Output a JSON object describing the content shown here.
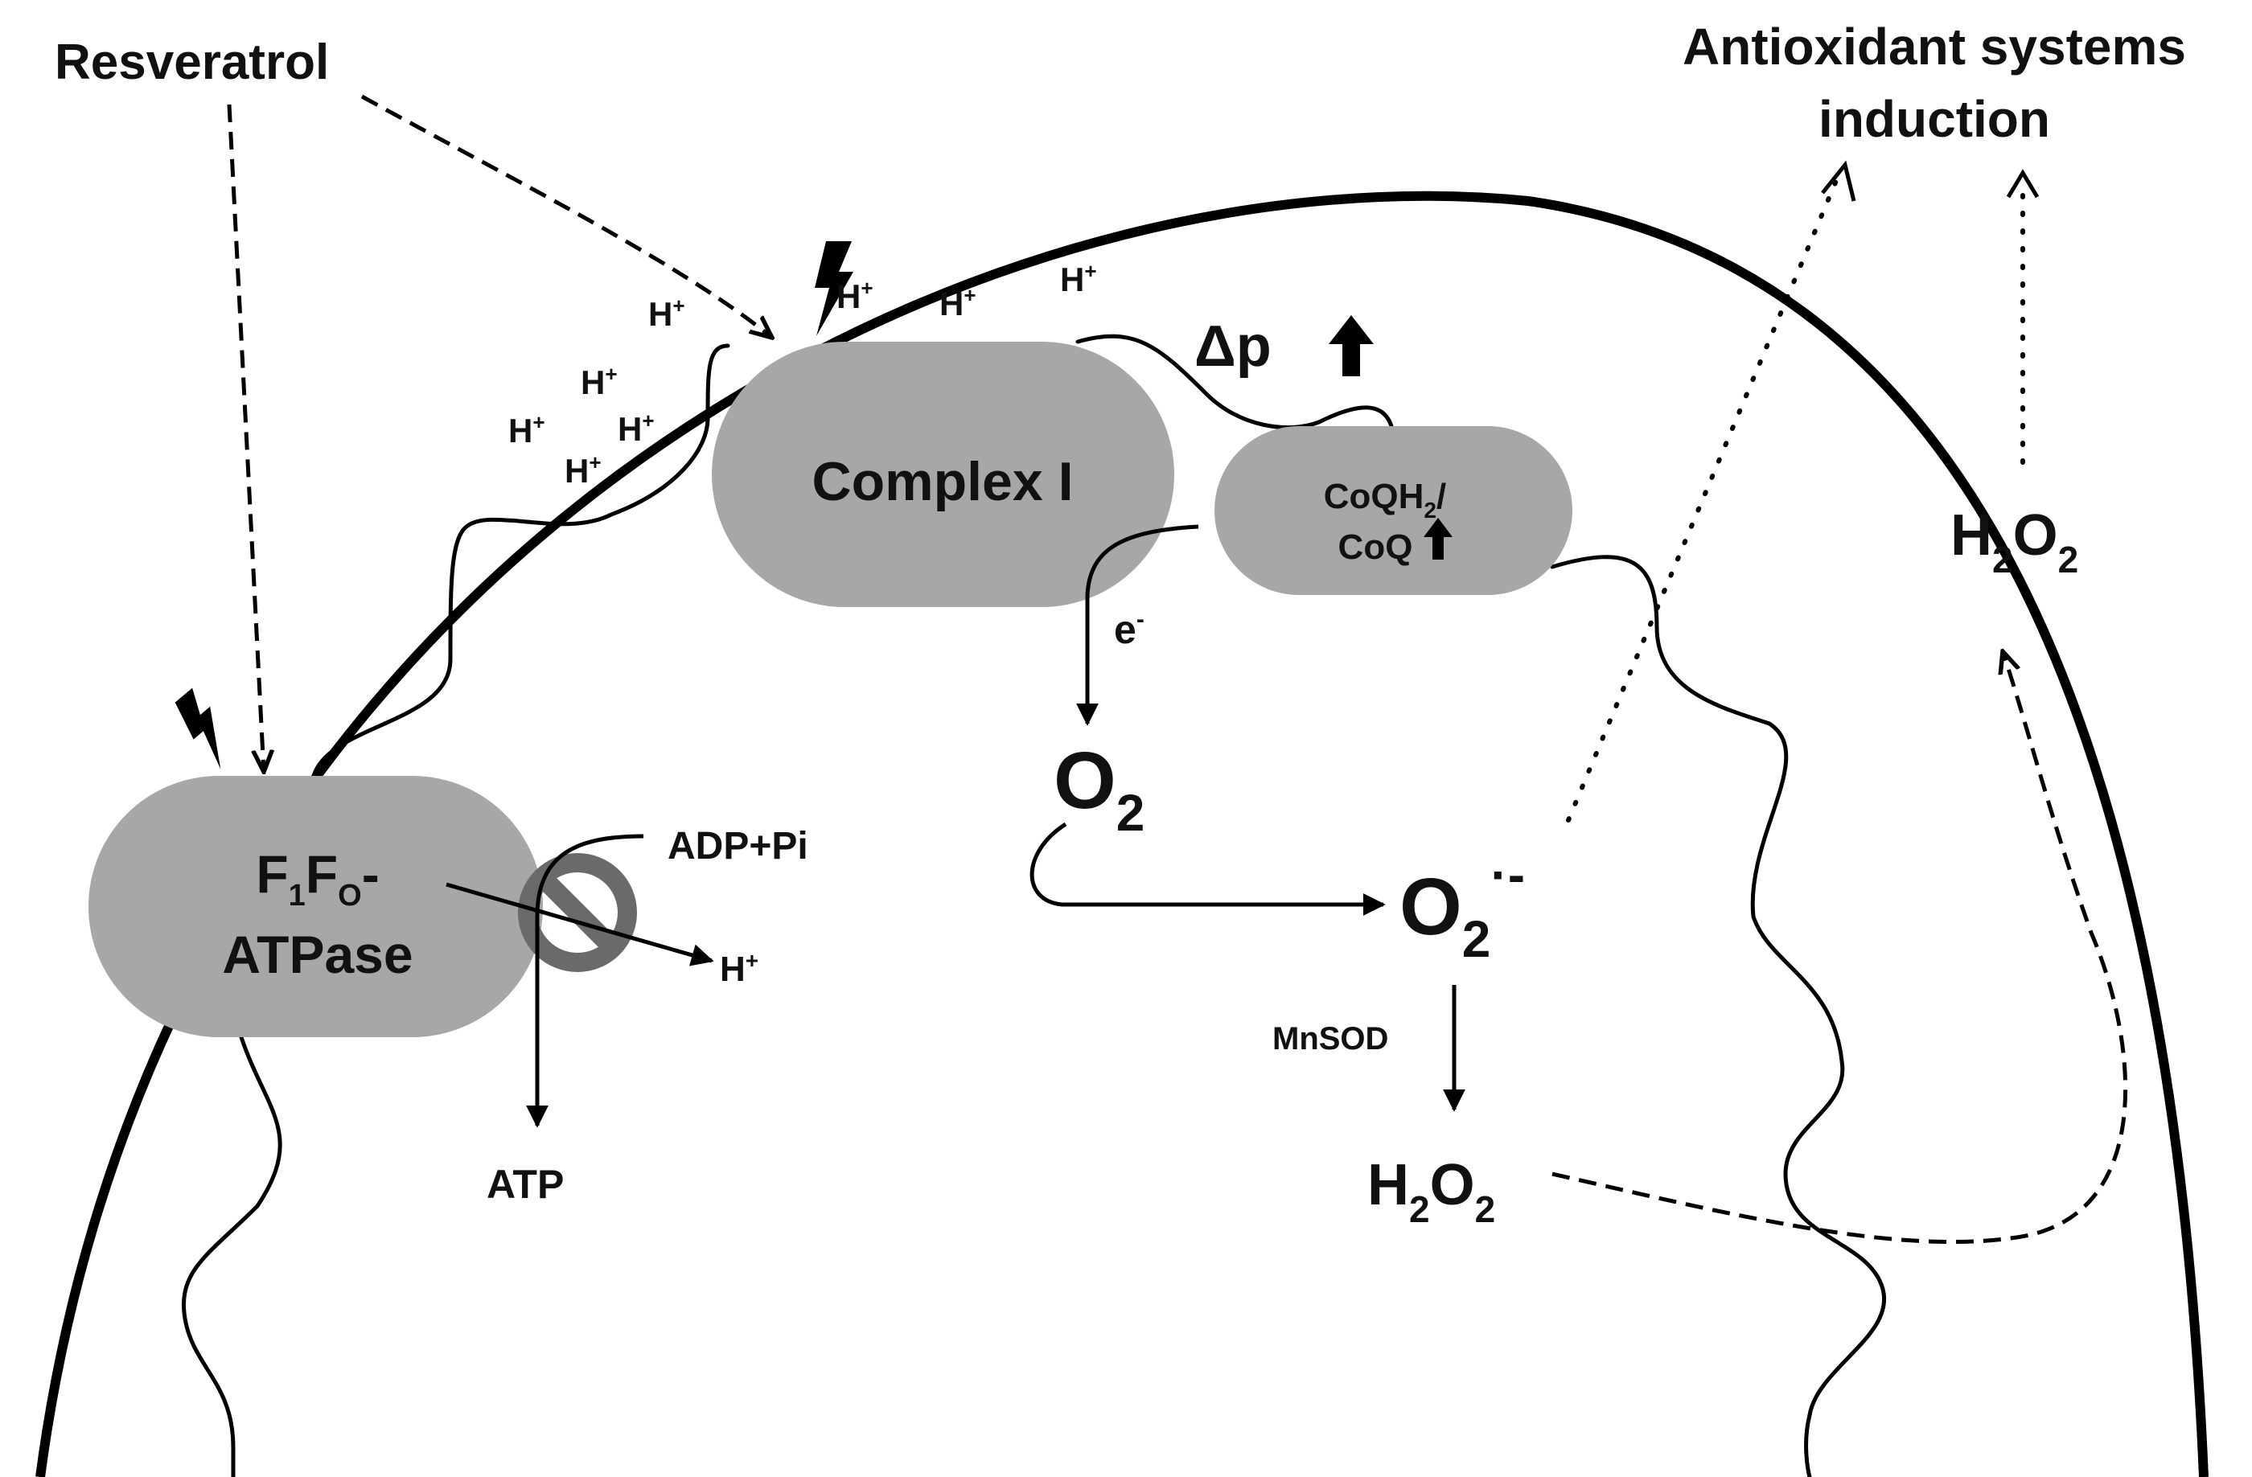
{
  "labels": {
    "resveratrol": "Resveratrol",
    "antioxidant_line1": "Antioxidant systems",
    "antioxidant_line2": "induction",
    "complex1": "Complex I",
    "coq_main": "CoQH",
    "coq_sub": "2",
    "coq_slash": "/",
    "coq_line2": "CoQ",
    "atpase_f": "F",
    "atpase_sub1": "1",
    "atpase_F2": "F",
    "atpase_sub2": "O",
    "atpase_dash": "-",
    "atpase_line2": "ATPase",
    "proton_base": "H",
    "proton_sup": "+",
    "delta_p": "Δp",
    "e_base": "e",
    "e_sup": "-",
    "o2_base": "O",
    "o2_sub": "2",
    "superoxide_sup": "·-",
    "mnsod": "MnSOD",
    "h2o2_h": "H",
    "h2o2_sub": "2",
    "h2o2_o": "O",
    "adp_pi": "ADP+Pi",
    "atp": "ATP"
  },
  "colors": {
    "complex_fill": "#a7a7a7",
    "inhibit_ring": "#6a6a6a",
    "line": "#000000"
  },
  "icons": {
    "lightning": "lightning-bolt-icon",
    "up_arrow": "up-arrow-icon",
    "inhibition": "no-entry-icon"
  }
}
